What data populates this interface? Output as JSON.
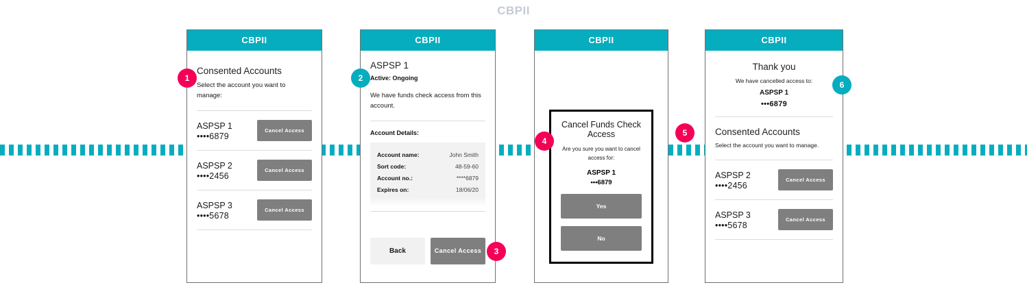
{
  "page": {
    "title": "CBPII"
  },
  "colors": {
    "teal": "#06adbf",
    "pink": "#f50057",
    "button_grey": "#7f7f7f",
    "title_grey": "#c5cbd6"
  },
  "screens": [
    {
      "id": "consented-accounts",
      "header": "CBPII",
      "heading": "Consented Accounts",
      "subtext": "Select the account you want to manage:",
      "accounts": [
        {
          "name": "ASPSP 1",
          "mask": "••••6879",
          "button": "Cancel Access"
        },
        {
          "name": "ASPSP 2",
          "mask": "••••2456",
          "button": "Cancel Access"
        },
        {
          "name": "ASPSP 3",
          "mask": "••••5678",
          "button": "Cancel Access"
        }
      ]
    },
    {
      "id": "account-detail",
      "header": "CBPII",
      "heading": "ASPSP 1",
      "status": "Active: Ongoing",
      "description": "We have funds check access from this account.",
      "details_label": "Account Details:",
      "details": [
        {
          "key": "Account name:",
          "value": "John Smith"
        },
        {
          "key": "Sort code:",
          "value": "48-59-60"
        },
        {
          "key": "Account no.:",
          "value": "****6879"
        },
        {
          "key": "Expires on:",
          "value": "18/06/20"
        }
      ],
      "back_button": "Back",
      "cancel_button": "Cancel Access"
    },
    {
      "id": "confirm-cancel",
      "header": "CBPII",
      "modal": {
        "title": "Cancel Funds Check Access",
        "question": "Are you sure you want to cancel access for:",
        "account": "ASPSP 1",
        "mask": "•••6879",
        "yes_button": "Yes",
        "no_button": "No"
      }
    },
    {
      "id": "thank-you",
      "header": "CBPII",
      "heading": "Thank you",
      "subtext": "We have cancelled access to:",
      "cancelled_account": "ASPSP 1",
      "cancelled_mask": "•••6879",
      "section_heading": "Consented Accounts",
      "section_subtext": "Select the account you want to manage.",
      "accounts": [
        {
          "name": "ASPSP 2",
          "mask": "••••2456",
          "button": "Cancel Access"
        },
        {
          "name": "ASPSP 3",
          "mask": "••••5678",
          "button": "Cancel Access"
        }
      ]
    }
  ],
  "badges": [
    {
      "label": "1",
      "color": "pink"
    },
    {
      "label": "2",
      "color": "teal"
    },
    {
      "label": "3",
      "color": "pink"
    },
    {
      "label": "4",
      "color": "pink"
    },
    {
      "label": "5",
      "color": "pink"
    },
    {
      "label": "6",
      "color": "teal"
    }
  ]
}
